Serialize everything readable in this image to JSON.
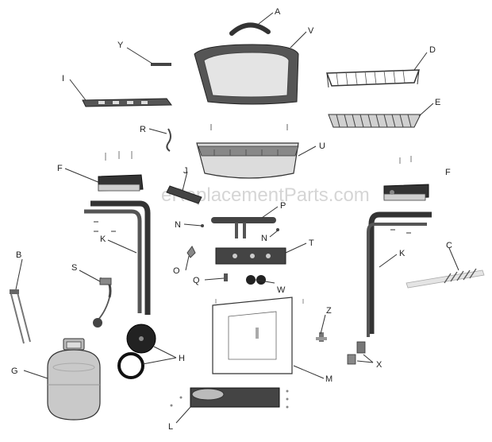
{
  "watermark": "eReplacementParts.com",
  "labels": {
    "A": "A",
    "B": "B",
    "C": "C",
    "D": "D",
    "E": "E",
    "F": "F",
    "F2": "F",
    "G": "G",
    "H": "H",
    "I": "I",
    "J": "J",
    "K": "K",
    "K2": "K",
    "L": "L",
    "M": "M",
    "N": "N",
    "N2": "N",
    "O": "O",
    "P": "P",
    "Q": "Q",
    "R": "R",
    "S": "S",
    "T": "T",
    "U": "U",
    "V": "V",
    "W": "W",
    "X": "X",
    "Y": "Y",
    "Z": "Z"
  }
}
